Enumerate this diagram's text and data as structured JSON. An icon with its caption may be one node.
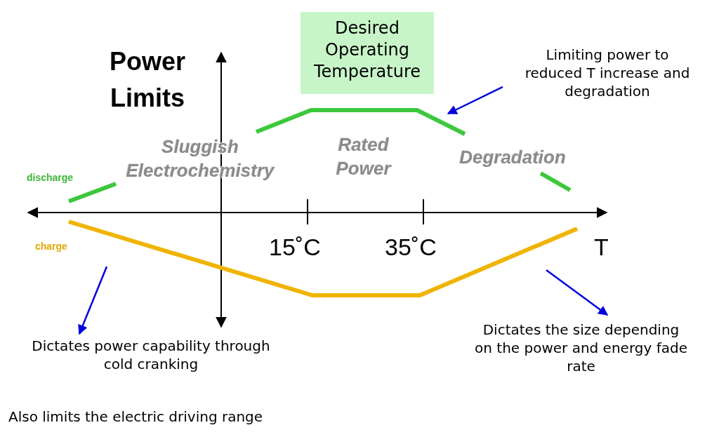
{
  "diagram": {
    "nodes": [
      {
        "text": [
          "Desired Operating Temperature"
        ]
      },
      {
        "text": [
          "Limiting power to reduced T increase and degradation"
        ]
      },
      {
        "text": [
          "Dictates power capability through cold cranking"
        ]
      },
      {
        "text": [
          "Dictates the size depending on the power and energy fade rate"
        ]
      }
    ],
    "edges": [
      {
        "from": 1,
        "to": null,
        "arrow": "to"
      },
      {
        "from": null,
        "to": 2,
        "arrow": "to"
      },
      {
        "from": null,
        "to": 3,
        "arrow": "to"
      }
    ],
    "labels": [
      "Power Limits",
      "Sluggish Electrochemistry",
      "Rated Power",
      "Degradation",
      "discharge",
      "charge",
      "15˚C",
      "35˚C",
      "T",
      "Also limits the electric driving range"
    ]
  }
}
